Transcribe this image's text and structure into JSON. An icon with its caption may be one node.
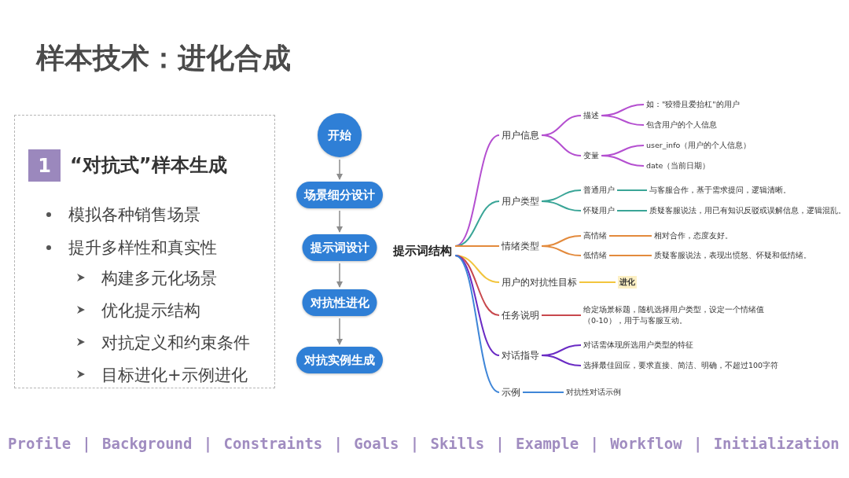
{
  "diagram": {
    "title": "样本技术：进化合成",
    "nodes": [
      {
        "text": [
          "开始"
        ]
      },
      {
        "text": [
          "场景细分设计"
        ]
      },
      {
        "text": [
          "提示词设计"
        ]
      },
      {
        "text": [
          "对抗性进化"
        ]
      },
      {
        "text": [
          "对抗实例生成"
        ]
      },
      {
        "text": [
          "“对抗式”样本生成",
          "模拟各种销售场景",
          "提升多样性和真实性",
          "构建多元化场景",
          "优化提示结构",
          "对抗定义和约束条件",
          "目标进化+示例进化"
        ]
      },
      {
        "text": [
          "1"
        ],
        "in": 5
      },
      {
        "text": [
          "提示词结构"
        ]
      },
      {
        "text": [
          "用户信息"
        ]
      },
      {
        "text": [
          "描述"
        ]
      },
      {
        "text": [
          "如：\"狡猾且爱抬杠\"的用户"
        ]
      },
      {
        "text": [
          "包含用户的个人信息"
        ]
      },
      {
        "text": [
          "变量"
        ]
      },
      {
        "text": [
          "user_info（用户的个人信息）"
        ]
      },
      {
        "text": [
          "date（当前日期）"
        ]
      },
      {
        "text": [
          "用户类型"
        ]
      },
      {
        "text": [
          "普通用户"
        ]
      },
      {
        "text": [
          "与客服合作，基于需求提问，逻辑清晰。"
        ]
      },
      {
        "text": [
          "怀疑用户"
        ]
      },
      {
        "text": [
          "质疑客服说法，用已有知识反驳或误解信息，逻辑混乱。"
        ]
      },
      {
        "text": [
          "情绪类型"
        ]
      },
      {
        "text": [
          "高情绪"
        ]
      },
      {
        "text": [
          "相对合作，态度友好。"
        ]
      },
      {
        "text": [
          "低情绪"
        ]
      },
      {
        "text": [
          "质疑客服说法，表现出愤怒、怀疑和低情绪。"
        ]
      },
      {
        "text": [
          "用户的对抗性目标"
        ]
      },
      {
        "text": [
          "进化"
        ]
      },
      {
        "text": [
          "任务说明"
        ]
      },
      {
        "text": [
          "给定场景标题，随机选择用户类型，设定一个情绪值（0-10），用于与客服互动。"
        ]
      },
      {
        "text": [
          "对话指导"
        ]
      },
      {
        "text": [
          "对话需体现所选用户类型的特征"
        ]
      },
      {
        "text": [
          "选择最佳回应，要求直接、简洁、明确，不超过100字符"
        ]
      },
      {
        "text": [
          "示例"
        ]
      },
      {
        "text": [
          "对抗性对话示例"
        ]
      }
    ],
    "edges": [
      {
        "from": 0,
        "to": 1,
        "arrow": "to",
        "color": "#8c8c8c"
      },
      {
        "from": 1,
        "to": 2,
        "arrow": "to",
        "color": "#8c8c8c"
      },
      {
        "from": 2,
        "to": 3,
        "arrow": "to",
        "color": "#8c8c8c"
      },
      {
        "from": 3,
        "to": 4,
        "arrow": "to",
        "color": "#8c8c8c"
      },
      {
        "from": 7,
        "to": 8,
        "arrow": "none",
        "color": "#b44fd0"
      },
      {
        "from": 8,
        "to": 9,
        "arrow": "none",
        "color": "#b44fd0"
      },
      {
        "from": 9,
        "to": 10,
        "arrow": "none",
        "color": "#b44fd0"
      },
      {
        "from": 9,
        "to": 11,
        "arrow": "none",
        "color": "#b44fd0"
      },
      {
        "from": 8,
        "to": 12,
        "arrow": "none",
        "color": "#b44fd0"
      },
      {
        "from": 12,
        "to": 13,
        "arrow": "none",
        "color": "#b44fd0"
      },
      {
        "from": 12,
        "to": 14,
        "arrow": "none",
        "color": "#b44fd0"
      },
      {
        "from": 7,
        "to": 15,
        "arrow": "none",
        "color": "#3aa597"
      },
      {
        "from": 15,
        "to": 16,
        "arrow": "none",
        "color": "#3aa597"
      },
      {
        "from": 16,
        "to": 17,
        "arrow": "none",
        "color": "#3aa597"
      },
      {
        "from": 15,
        "to": 18,
        "arrow": "none",
        "color": "#3aa597"
      },
      {
        "from": 18,
        "to": 19,
        "arrow": "none",
        "color": "#3aa597"
      },
      {
        "from": 7,
        "to": 20,
        "arrow": "none",
        "color": "#e38a3c"
      },
      {
        "from": 20,
        "to": 21,
        "arrow": "none",
        "color": "#e38a3c"
      },
      {
        "from": 21,
        "to": 22,
        "arrow": "none",
        "color": "#e38a3c"
      },
      {
        "from": 20,
        "to": 23,
        "arrow": "none",
        "color": "#e38a3c"
      },
      {
        "from": 23,
        "to": 24,
        "arrow": "none",
        "color": "#e38a3c"
      },
      {
        "from": 7,
        "to": 25,
        "arrow": "none",
        "color": "#f2c53d"
      },
      {
        "from": 25,
        "to": 26,
        "arrow": "none",
        "color": "#f2c53d"
      },
      {
        "from": 7,
        "to": 27,
        "arrow": "none",
        "color": "#c8484d"
      },
      {
        "from": 27,
        "to": 28,
        "arrow": "none",
        "color": "#c8484d"
      },
      {
        "from": 7,
        "to": 29,
        "arrow": "none",
        "color": "#6a2bc4"
      },
      {
        "from": 29,
        "to": 30,
        "arrow": "none",
        "color": "#6a2bc4"
      },
      {
        "from": 29,
        "to": 31,
        "arrow": "none",
        "color": "#6a2bc4"
      },
      {
        "from": 7,
        "to": 32,
        "arrow": "none",
        "color": "#3f86d8"
      },
      {
        "from": 32,
        "to": 33,
        "arrow": "none",
        "color": "#3f86d8"
      }
    ],
    "labels": [
      "Profile",
      "|",
      "Background",
      "|",
      "Constraints",
      "|",
      "Goals",
      "|",
      "Skills",
      "|",
      "Example",
      "|",
      "Workflow",
      "|",
      "Initialization"
    ]
  }
}
